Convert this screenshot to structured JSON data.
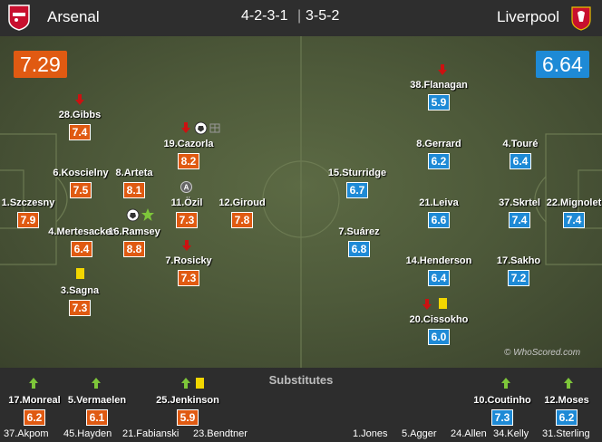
{
  "header": {
    "home_team": "Arsenal",
    "home_formation": "4-2-3-1",
    "away_formation": "3-5-2",
    "away_team": "Liverpool",
    "home_rating": "7.29",
    "away_rating": "6.64"
  },
  "colors": {
    "home": "#e05a12",
    "away": "#1e8ad6",
    "pitch": "#4e5a3a"
  },
  "home_players": [
    {
      "name": "28.Gibbs",
      "rating": "7.4"
    },
    {
      "name": "19.Cazorla",
      "rating": "8.2"
    },
    {
      "name": "6.Koscielny",
      "rating": "7.5"
    },
    {
      "name": "8.Arteta",
      "rating": "8.1"
    },
    {
      "name": "1.Szczesny",
      "rating": "7.9"
    },
    {
      "name": "11.Özil",
      "rating": "7.3"
    },
    {
      "name": "12.Giroud",
      "rating": "7.8"
    },
    {
      "name": "4.Mertesacker",
      "rating": "6.4"
    },
    {
      "name": "16.Ramsey",
      "rating": "8.8"
    },
    {
      "name": "7.Rosicky",
      "rating": "7.3"
    },
    {
      "name": "3.Sagna",
      "rating": "7.3"
    }
  ],
  "away_players": [
    {
      "name": "38.Flanagan",
      "rating": "5.9"
    },
    {
      "name": "8.Gerrard",
      "rating": "6.2"
    },
    {
      "name": "4.Touré",
      "rating": "6.4"
    },
    {
      "name": "15.Sturridge",
      "rating": "6.7"
    },
    {
      "name": "21.Leiva",
      "rating": "6.6"
    },
    {
      "name": "37.Skrtel",
      "rating": "7.4"
    },
    {
      "name": "22.Mignolet",
      "rating": "7.4"
    },
    {
      "name": "7.Suárez",
      "rating": "6.8"
    },
    {
      "name": "14.Henderson",
      "rating": "6.4"
    },
    {
      "name": "17.Sakho",
      "rating": "7.2"
    },
    {
      "name": "20.Cissokho",
      "rating": "6.0"
    }
  ],
  "substitutes_title": "Substitutes",
  "home_subs": [
    {
      "name": "17.Monreal",
      "rating": "6.2"
    },
    {
      "name": "5.Vermaelen",
      "rating": "6.1"
    },
    {
      "name": "25.Jenkinson",
      "rating": "5.9"
    }
  ],
  "away_subs": [
    {
      "name": "10.Coutinho",
      "rating": "7.3"
    },
    {
      "name": "12.Moses",
      "rating": "6.2"
    }
  ],
  "home_bench": [
    "37.Akpom",
    "45.Hayden",
    "21.Fabianski",
    "23.Bendtner"
  ],
  "away_bench": [
    "1.Jones",
    "5.Agger",
    "24.Allen",
    "34.Kelly",
    "31.Sterling"
  ],
  "watermark": "© WhoScored.com",
  "icons": {
    "sub_off": "red-down-arrow-icon",
    "sub_on": "green-up-arrow-icon",
    "booking": "yellow-card-icon",
    "goal": "ball-icon",
    "assist": "assist-icon",
    "motm": "star-icon"
  }
}
